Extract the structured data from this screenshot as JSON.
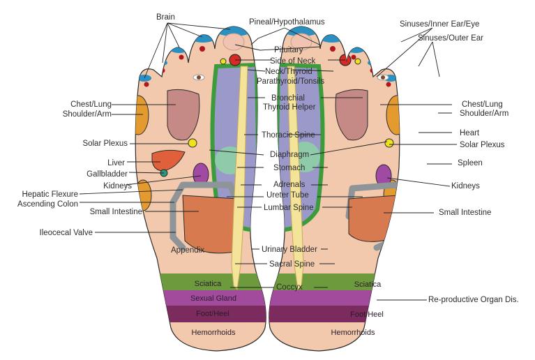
{
  "colors": {
    "skin": "#f2c9ad",
    "outline": "#2b2b2b",
    "toe_cap": "#2a8fc1",
    "toe_dot": "#b3151c",
    "neck_band": "#3c9b3a",
    "thyroid_area": "#9b99c9",
    "spine": "#f3e49a",
    "lung": "#c58a86",
    "shoulder": "#e39a2e",
    "liver": "#e0603c",
    "stomach": "#8fcbaa",
    "kidney": "#a04aa3",
    "colon": "#8e9498",
    "intestine": "#d87a4f",
    "sciatica": "#6d9a3c",
    "sexual_gland": "#a24b9c",
    "foot_heel": "#7b2b5e",
    "solar_plexus": "#f0e21c",
    "pituitary": "#d72a25"
  },
  "labels": {
    "left": {
      "brain": "Brain",
      "chest_lung": "Chest/Lung",
      "shoulder_arm": "Shoulder/Arm",
      "solar_plexus": "Solar Plexus",
      "liver": "Liver",
      "gallbladder": "Gallbladder",
      "kidneys": "Kidneys",
      "hepatic_flexure": "Hepatic Flexure",
      "ascending_colon": "Ascending Colon",
      "small_intestine": "Small Intestine",
      "ileocecal_valve": "Ileocecal Valve",
      "appendix": "Appendix"
    },
    "center": {
      "pineal": "Pineal/Hypothalamus",
      "pituitary": "Pituitary",
      "side_of_neck": "Side of Neck",
      "neck_thyroid": "Neck/Thyroid",
      "parathyroid": "Parathyroid/Tonsils",
      "bronchial": "Bronchial",
      "thyroid_helper": "Thyroid Helper",
      "thoracic_spine": "Thoracic Spine",
      "diaphragm": "Diaphragm",
      "stomach": "Stomach",
      "adrenals": "Adrenals",
      "ureter_tube": "Ureter Tube",
      "lumbar_spine": "Lumbar Spine",
      "urinary_bladder": "Urinary Bladder",
      "sacral_spine": "Sacral Spine",
      "coccyx": "Coccyx"
    },
    "right": {
      "sinuses_inner": "Sinuses/Inner Ear/Eye",
      "sinuses_outer": "Sinuses/Outer Ear",
      "chest_lung": "Chest/Lung",
      "shoulder_arm": "Shoulder/Arm",
      "heart": "Heart",
      "solar_plexus": "Solar Plexus",
      "spleen": "Spleen",
      "kidneys": "Kidneys",
      "small_intestine": "Small Intestine",
      "reproductive": "Re-productive Organ Dis."
    },
    "bands": {
      "sciatica": "Sciatica",
      "sexual_gland": "Sexual Gland",
      "foot_heel": "Foot/Heel",
      "hemorrhoids": "Hemorrhoids"
    }
  }
}
